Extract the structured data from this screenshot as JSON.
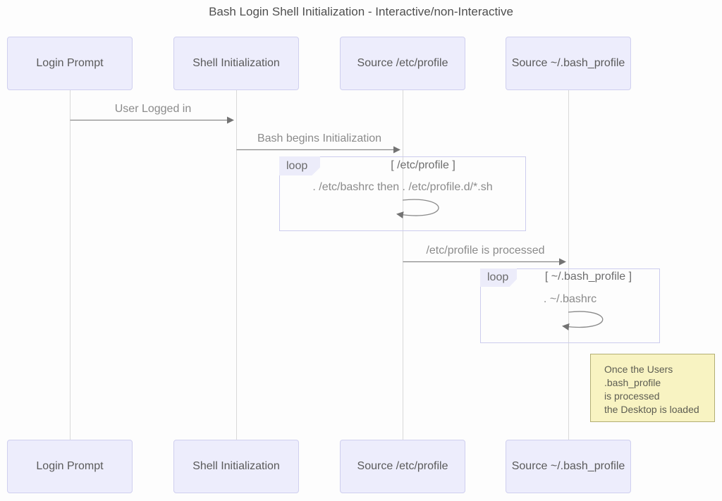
{
  "title": "Bash Login Shell Initialization - Interactive/non-Interactive",
  "actors": [
    {
      "label": "Login Prompt"
    },
    {
      "label": "Shell Initialization"
    },
    {
      "label": "Source /etc/profile"
    },
    {
      "label": "Source ~/.bash_profile"
    }
  ],
  "messages": [
    {
      "label": "User Logged in",
      "from": "Login Prompt",
      "to": "Shell Initialization"
    },
    {
      "label": "Bash begins Initialization",
      "from": "Shell Initialization",
      "to": "Source /etc/profile"
    },
    {
      "label": "/etc/profile is processed",
      "from": "Source /etc/profile",
      "to": "Source ~/.bash_profile"
    }
  ],
  "loops": [
    {
      "label": "loop",
      "condition": "[ /etc/profile ]",
      "message": ". /etc/bashrc then . /etc/profile.d/*.sh"
    },
    {
      "label": "loop",
      "condition": "[ ~/.bash_profile ]",
      "message": ". ~/.bashrc"
    }
  ],
  "note": {
    "lines": [
      "Once the Users",
      ".bash_profile",
      "is processed",
      "the Desktop is loaded"
    ]
  },
  "colors": {
    "background": "#fdfdfd",
    "actor_fill": "#ededfc",
    "actor_border": "#cfcfef",
    "lifeline": "#d9d9d9",
    "arrow": "#8a8a8a",
    "arrowhead": "#737373",
    "loop_border": "#ccccee",
    "loop_tab_fill": "#ececfa",
    "note_fill": "#f8f3c2",
    "note_border": "#b2ae74",
    "text_dark": "#4f4f4f",
    "text_gray": "#8b8b8b"
  }
}
